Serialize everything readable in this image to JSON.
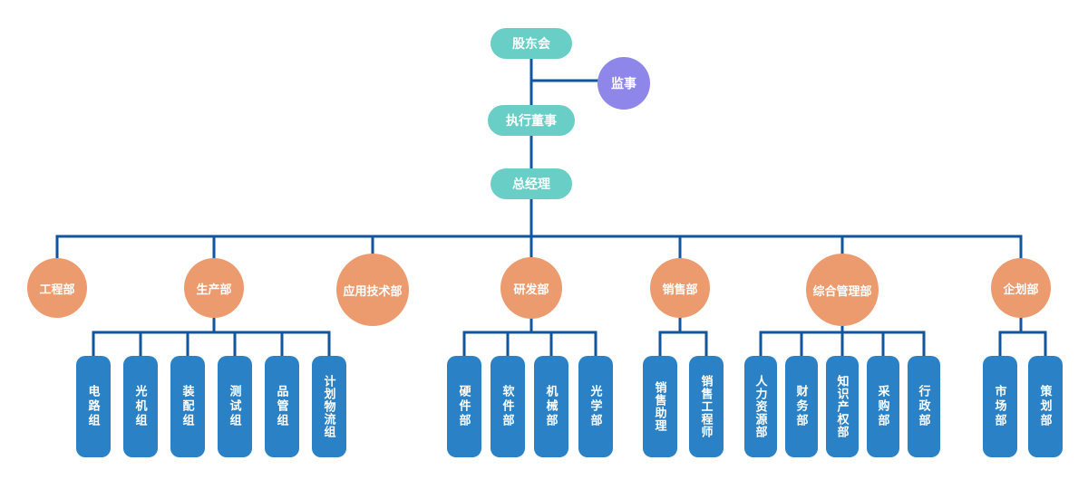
{
  "colors": {
    "teal": "#69CEC6",
    "purple": "#8E86E9",
    "orange": "#EC9B6E",
    "blue": "#2A81C5",
    "line": "#10569E"
  },
  "nodes": {
    "shareholders": "股东会",
    "supervisor": "监事",
    "executive_director": "执行董事",
    "general_manager": "总经理"
  },
  "departments": [
    {
      "label": "工程部"
    },
    {
      "label": "生产部"
    },
    {
      "label": "应用技术部"
    },
    {
      "label": "研发部"
    },
    {
      "label": "销售部"
    },
    {
      "label": "综合管理部"
    },
    {
      "label": "企划部"
    }
  ],
  "teams": {
    "production": [
      "电路组",
      "光机组",
      "装配组",
      "测试组",
      "品管组",
      "计划物流组"
    ],
    "rnd": [
      "硬件部",
      "软件部",
      "机械部",
      "光学部"
    ],
    "sales": [
      "销售助理",
      "销售工程师"
    ],
    "admin": [
      "人力资源部",
      "财务部",
      "知识产权部",
      "采购部",
      "行政部"
    ],
    "planning": [
      "市场部",
      "策划部"
    ]
  }
}
